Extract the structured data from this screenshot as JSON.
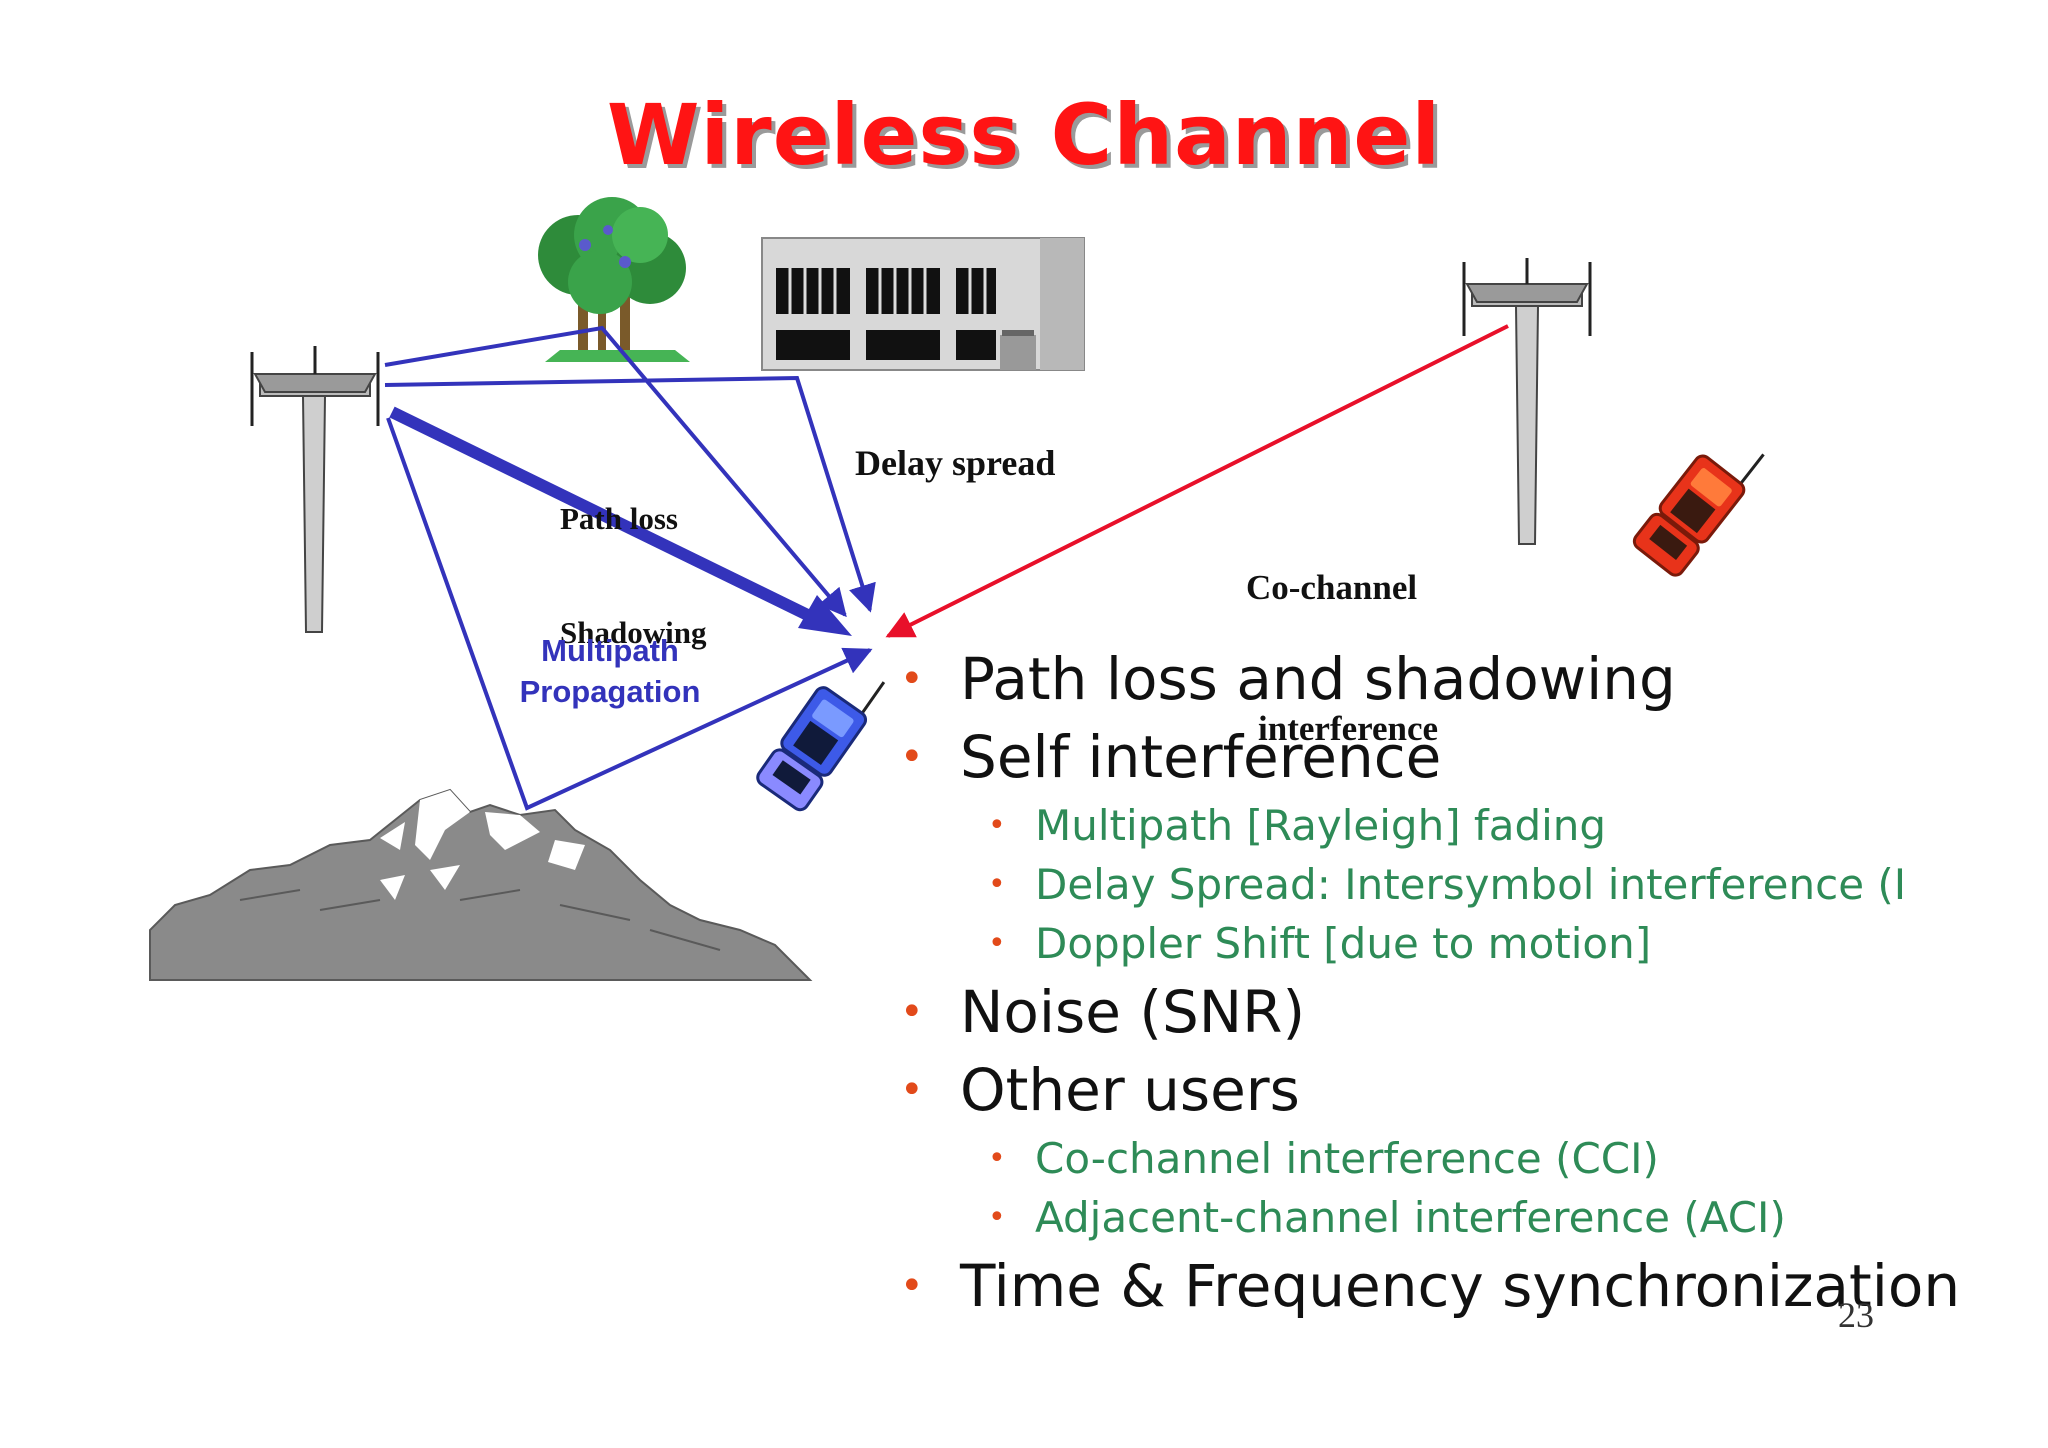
{
  "slide": {
    "title": "Wireless Channel",
    "page_number": "23",
    "diagram_labels": {
      "path_loss_line1": "Path loss",
      "path_loss_line2": "Shadowing",
      "delay_spread": "Delay spread",
      "cochannel_line1": "Co-channel",
      "cochannel_line2": "interference",
      "multipath_line1": "Multipath",
      "multipath_line2": "Propagation"
    },
    "bullets": [
      {
        "text": "Path loss and shadowing",
        "sub": []
      },
      {
        "text": "Self interference",
        "sub": [
          "Multipath [Rayleigh] fading",
          "Delay Spread: Intersymbol interference (I",
          "Doppler Shift [due to motion]"
        ]
      },
      {
        "text": "Noise (SNR)",
        "sub": []
      },
      {
        "text": "Other users",
        "sub": [
          "Co-channel interference (CCI)",
          "Adjacent-channel interference (ACI)"
        ]
      },
      {
        "text": "Time & Frequency synchronization",
        "sub": []
      }
    ],
    "colors": {
      "title": "#ff1414",
      "signal_path": "#3333bb",
      "interference_path": "#e8102a",
      "bullet_marker": "#e24a1a",
      "sub_bullet_text": "#2e8b57"
    },
    "icons": [
      "cell-tower-icon",
      "tree-icon",
      "office-building-icon",
      "mountain-icon",
      "mobile-phone-icon"
    ]
  }
}
